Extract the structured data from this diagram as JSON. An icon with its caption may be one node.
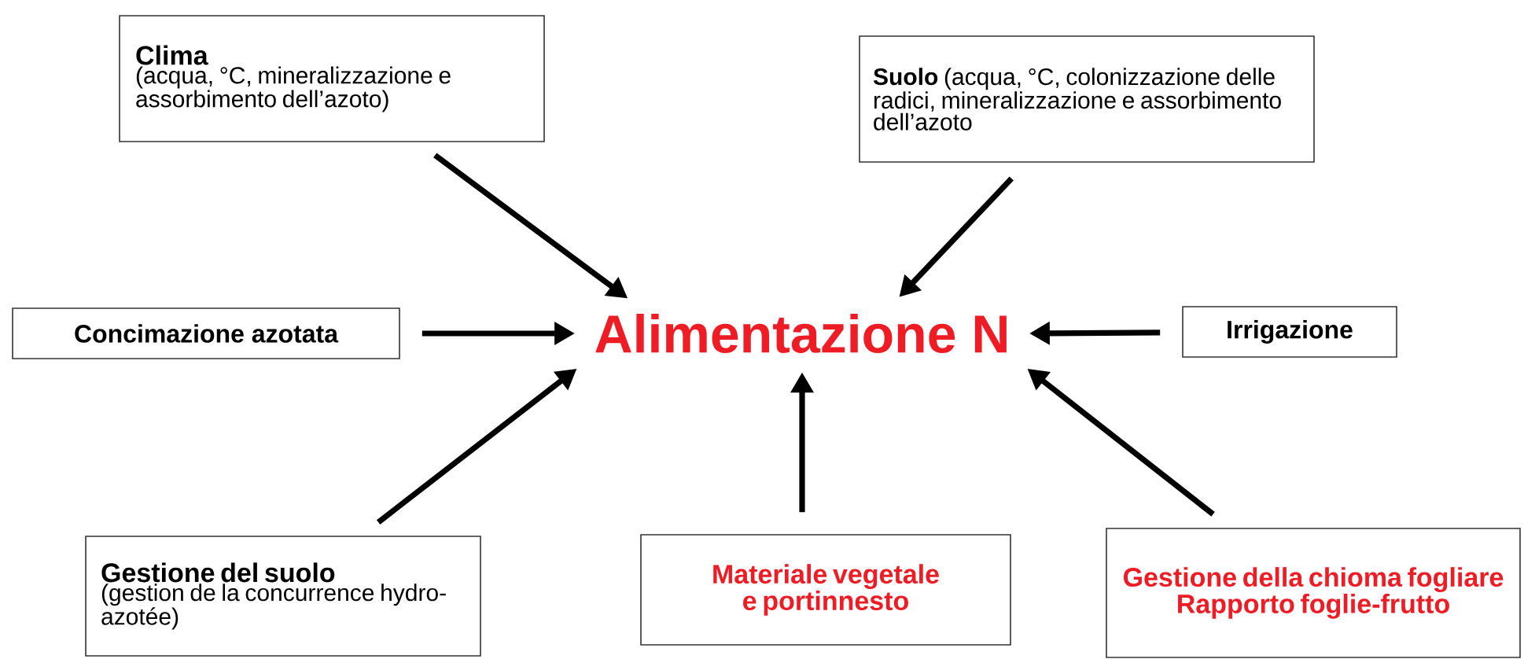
{
  "diagram": {
    "nodes": [
      {
        "text": [
          "Alimentazione N"
        ]
      },
      {
        "text": [
          "Clima",
          "(acqua, °C, mineralizzazione e assorbimento dell’azoto)"
        ]
      },
      {
        "text": [
          "**Suolo** (acqua, °C, colonizzazione delle radici, mineralizzazione e assorbimento dell’azoto"
        ]
      },
      {
        "text": [
          "Concimazione azotata"
        ]
      },
      {
        "text": [
          "Irrigazione"
        ]
      },
      {
        "text": [
          "Gestione del suolo",
          "(gestion de la concurrence hydro-azotée)"
        ]
      },
      {
        "text": [
          "Materiale vegetale e portinnesto"
        ]
      },
      {
        "text": [
          "Gestione della chioma fogliare",
          "Rapporto foglie-frutto"
        ]
      }
    ],
    "edges": [
      {
        "from": 1,
        "to": 0,
        "arrow": "to"
      },
      {
        "from": 2,
        "to": 0,
        "arrow": "to"
      },
      {
        "from": 3,
        "to": 0,
        "arrow": "to"
      },
      {
        "from": 4,
        "to": 0,
        "arrow": "to"
      },
      {
        "from": 5,
        "to": 0,
        "arrow": "to"
      },
      {
        "from": 6,
        "to": 0,
        "arrow": "to"
      },
      {
        "from": 7,
        "to": 0,
        "arrow": "to"
      }
    ]
  }
}
